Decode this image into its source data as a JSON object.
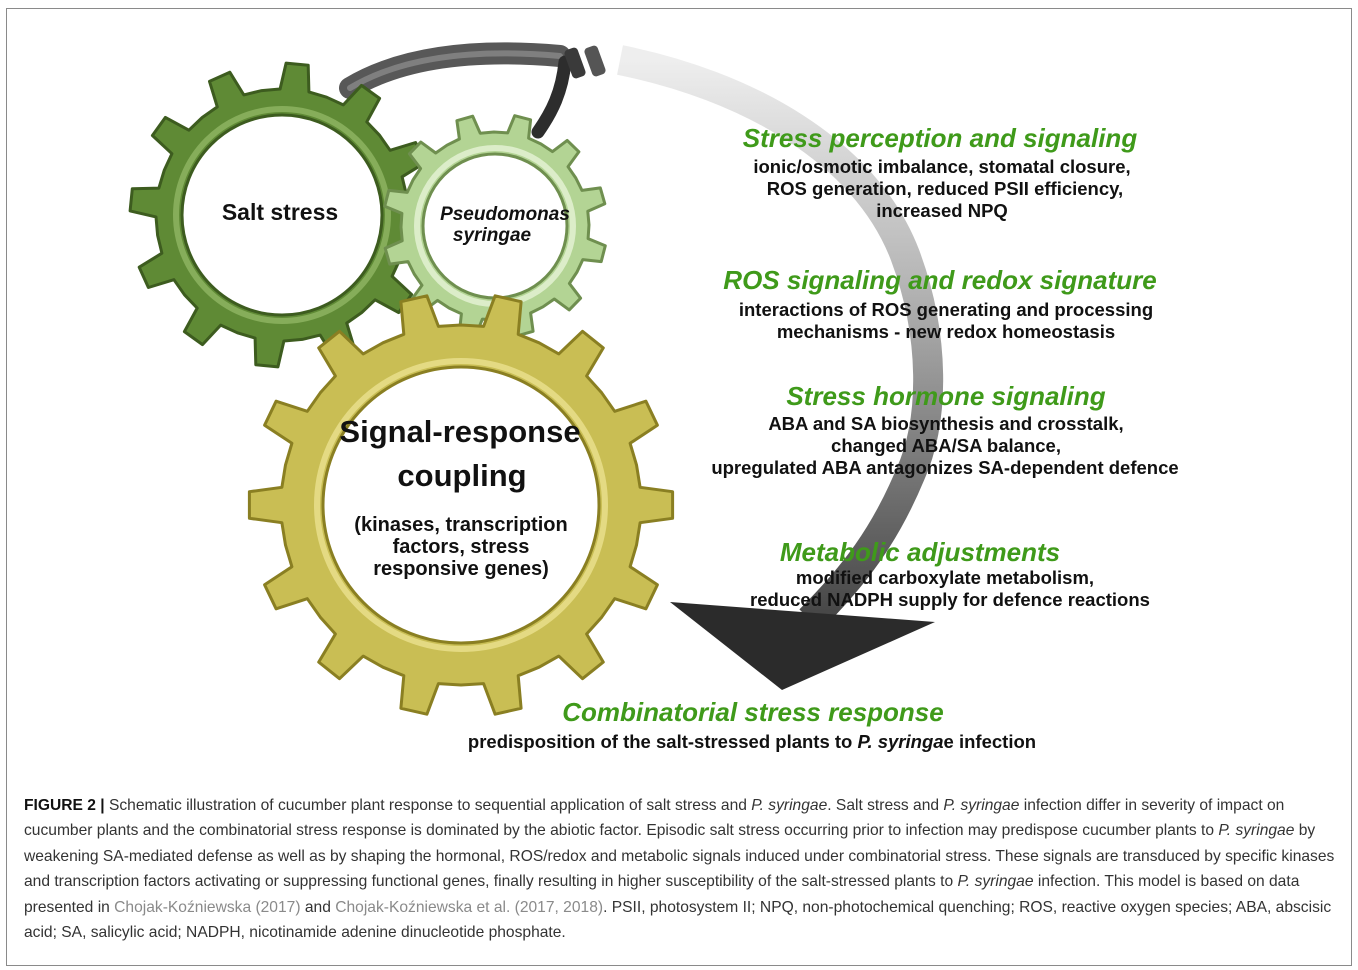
{
  "gears": {
    "salt": "Salt stress",
    "pseudo_1": "Pseudomonas",
    "pseudo_2": "syringae",
    "signal_1": "Signal-response",
    "signal_2": "coupling",
    "signal_sub_1": "(kinases, transcription",
    "signal_sub_2": "factors, stress",
    "signal_sub_3": "responsive genes)"
  },
  "stages": [
    {
      "title": "Stress perception and signaling",
      "lines": [
        "ionic/osmotic imbalance, stomatal closure,",
        "ROS generation, reduced PSII efficiency,",
        "increased NPQ"
      ]
    },
    {
      "title": "ROS signaling and redox signature",
      "lines": [
        "interactions of ROS generating and processing",
        "mechanisms - new redox homeostasis"
      ]
    },
    {
      "title": "Stress hormone  signaling",
      "lines": [
        "ABA and SA biosynthesis and crosstalk,",
        "changed ABA/SA balance,",
        "upregulated ABA antagonizes SA-dependent defence"
      ]
    },
    {
      "title": "Metabolic adjustments",
      "lines": [
        "modified carboxylate metabolism,",
        "reduced NADPH supply for defence reactions"
      ]
    }
  ],
  "outcome": {
    "title": "Combinatorial stress response",
    "line_pre": "predisposition of the salt-stressed plants to ",
    "line_species": "P. syringa",
    "line_e": "e",
    "line_post": " infection"
  },
  "caption": {
    "label": "FIGURE 2 |",
    "t1": " Schematic illustration of cucumber plant response to sequential application of salt stress and ",
    "i1": "P. syringae",
    "t2": ". Salt stress and ",
    "i2": "P. syringae",
    "t3": " infection differ in severity of impact on cucumber plants and the combinatorial stress response is dominated by the abiotic factor. Episodic salt stress occurring prior to infection may predispose cucumber plants to ",
    "i3": "P. syringae",
    "t4": " by weakening SA-mediated defense as well as by shaping the hormonal, ROS/redox and metabolic signals induced under combinatorial stress. These signals are transduced by specific kinases and transcription factors activating or suppressing functional genes, finally resulting in higher susceptibility of the salt-stressed plants to ",
    "i4": "P. syringae",
    "t5": " infection. This model is based on data presented in ",
    "ref1": "Chojak-Koźniewska (2017)",
    "t6": " and ",
    "ref2": "Chojak-Koźniewska et al. (2017, 2018)",
    "t7": ". PSII, photosystem II; NPQ, non-photochemical quenching; ROS, reactive oxygen species; ABA, abscisic acid; SA, salicylic acid; NADPH, nicotinamide adenine dinucleotide phosphate."
  },
  "colors": {
    "gear_salt": "#5f8a35",
    "gear_pseudo": "#b3d494",
    "gear_signal": "#c9be54",
    "stage_green": "#3f9a1a",
    "arrow_dark": "#2b2b2b"
  }
}
